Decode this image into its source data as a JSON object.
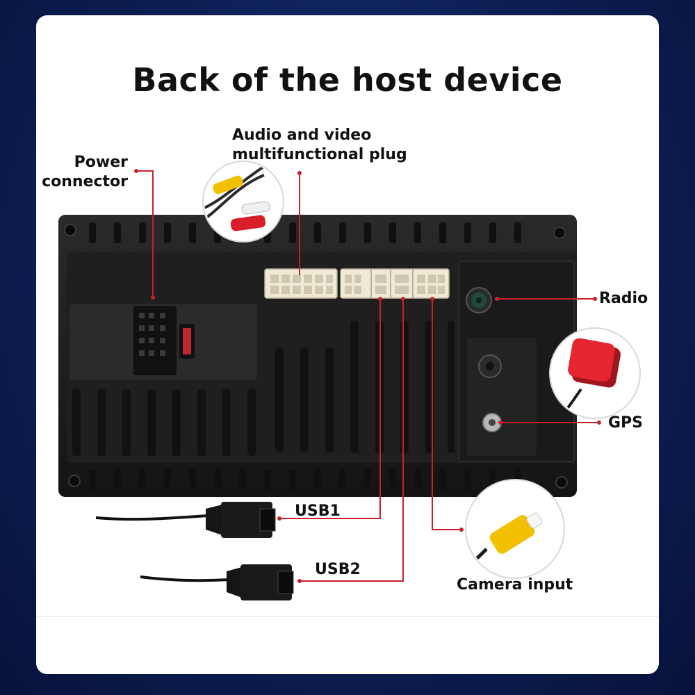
{
  "title": "Back of the host device",
  "labels": {
    "power_connector_line1": "Power",
    "power_connector_line2": "connector",
    "av_plug_line1": "Audio and video",
    "av_plug_line2": "multifunctional plug",
    "radio": "Radio",
    "gps": "GPS",
    "usb1": "USB1",
    "usb2": "USB2",
    "camera_input": "Camera input"
  },
  "colors": {
    "background": "#0d1f55",
    "card": "#ffffff",
    "device_body": "#1c1c1c",
    "leader_line": "#c8202a",
    "connector_white": "#efe9d6",
    "rca_yellow": "#f2c000",
    "rca_red": "#d81e28",
    "gps_red": "#e52630"
  },
  "icons": [
    "rca-cable-icon",
    "gps-antenna-icon",
    "usb-cable-icon",
    "rca-camera-cable-icon"
  ]
}
